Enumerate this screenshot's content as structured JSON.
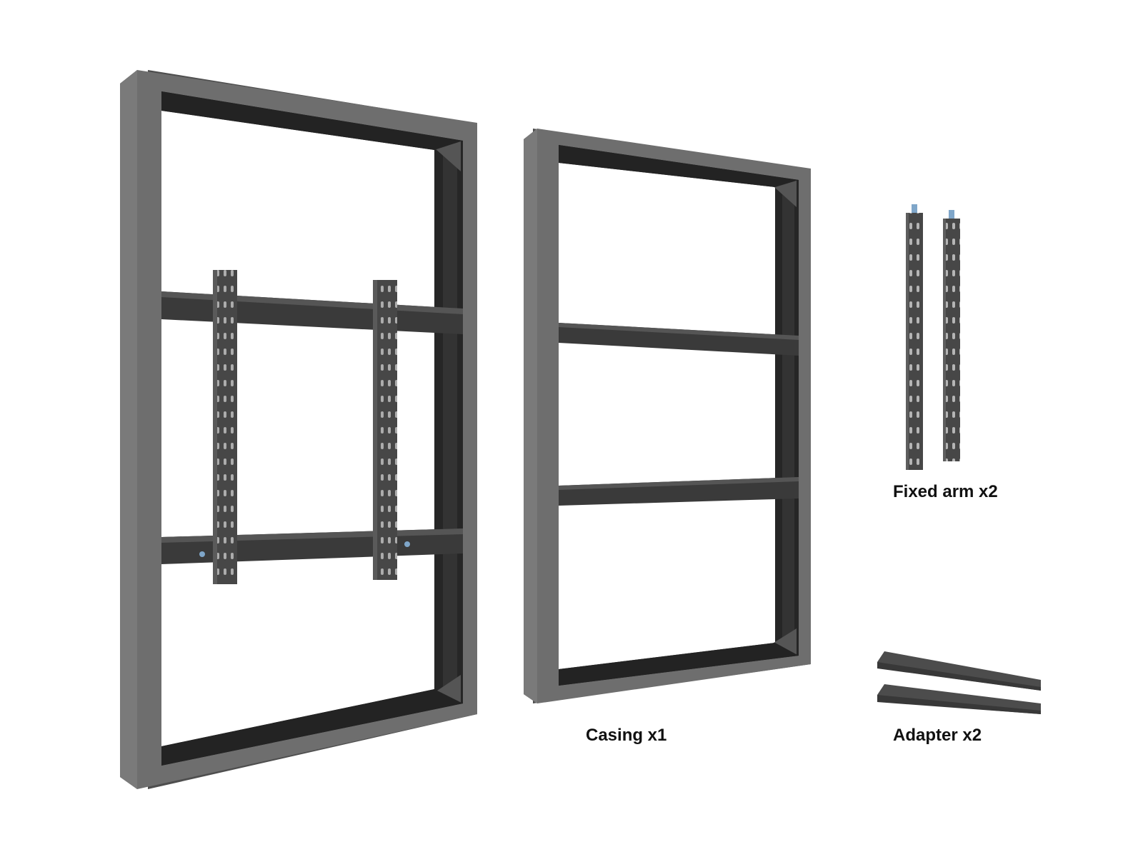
{
  "captions": {
    "casing": "Casing x1",
    "fixed_arm": "Fixed arm x2",
    "adapter": "Adapter x2"
  },
  "items": [
    {
      "name": "casing-assembled-with-arms",
      "count": 1
    },
    {
      "name": "casing",
      "count": 1
    },
    {
      "name": "fixed-arm",
      "count": 2
    },
    {
      "name": "adapter",
      "count": 2
    }
  ],
  "colors": {
    "frame_face": "#6e6e6e",
    "frame_side": "#5a5a5a",
    "interior": "#1c1c1c",
    "crossbar": "#3a3a3a",
    "bracket": "#4a4a4a",
    "caption_text": "#111111",
    "background": "#ffffff"
  }
}
